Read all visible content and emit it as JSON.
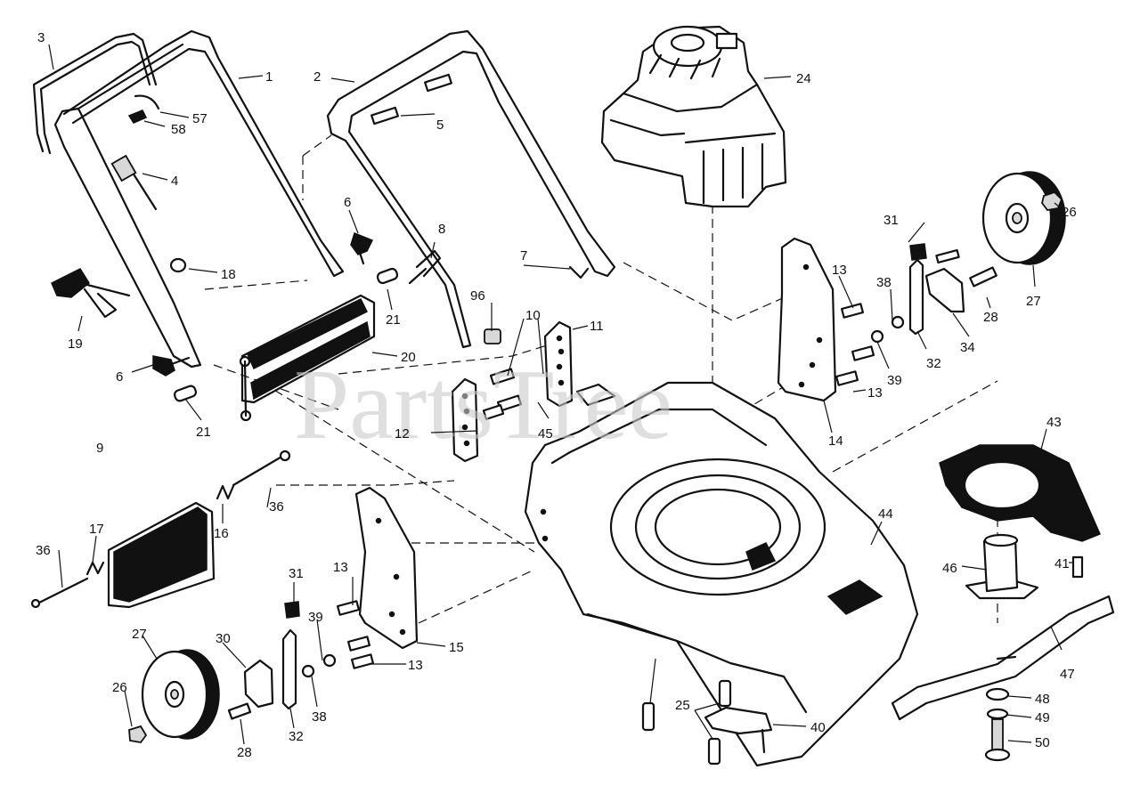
{
  "watermark": "PartsTree",
  "callouts": {
    "c1": "1",
    "c2": "2",
    "c3": "3",
    "c4": "4",
    "c5": "5",
    "c6a": "6",
    "c6b": "6",
    "c7": "7",
    "c8": "8",
    "c9": "9",
    "c10": "10",
    "c11": "11",
    "c12": "12",
    "c13a": "13",
    "c13b": "13",
    "c13c": "13",
    "c13d": "13",
    "c14": "14",
    "c15": "15",
    "c16": "16",
    "c17": "17",
    "c18": "18",
    "c19": "19",
    "c20": "20",
    "c21a": "21",
    "c21b": "21",
    "c24": "24",
    "c25": "25",
    "c26a": "26",
    "c26b": "26",
    "c27a": "27",
    "c27b": "27",
    "c28a": "28",
    "c28b": "28",
    "c30": "30",
    "c31a": "31",
    "c31b": "31",
    "c32a": "32",
    "c32b": "32",
    "c34": "34",
    "c36a": "36",
    "c36b": "36",
    "c38a": "38",
    "c38b": "38",
    "c39a": "39",
    "c39b": "39",
    "c40": "40",
    "c41": "41",
    "c43": "43",
    "c44": "44",
    "c45": "45",
    "c46": "46",
    "c47": "47",
    "c48": "48",
    "c49": "49",
    "c50": "50",
    "c57": "57",
    "c58": "58",
    "c96": "96"
  }
}
